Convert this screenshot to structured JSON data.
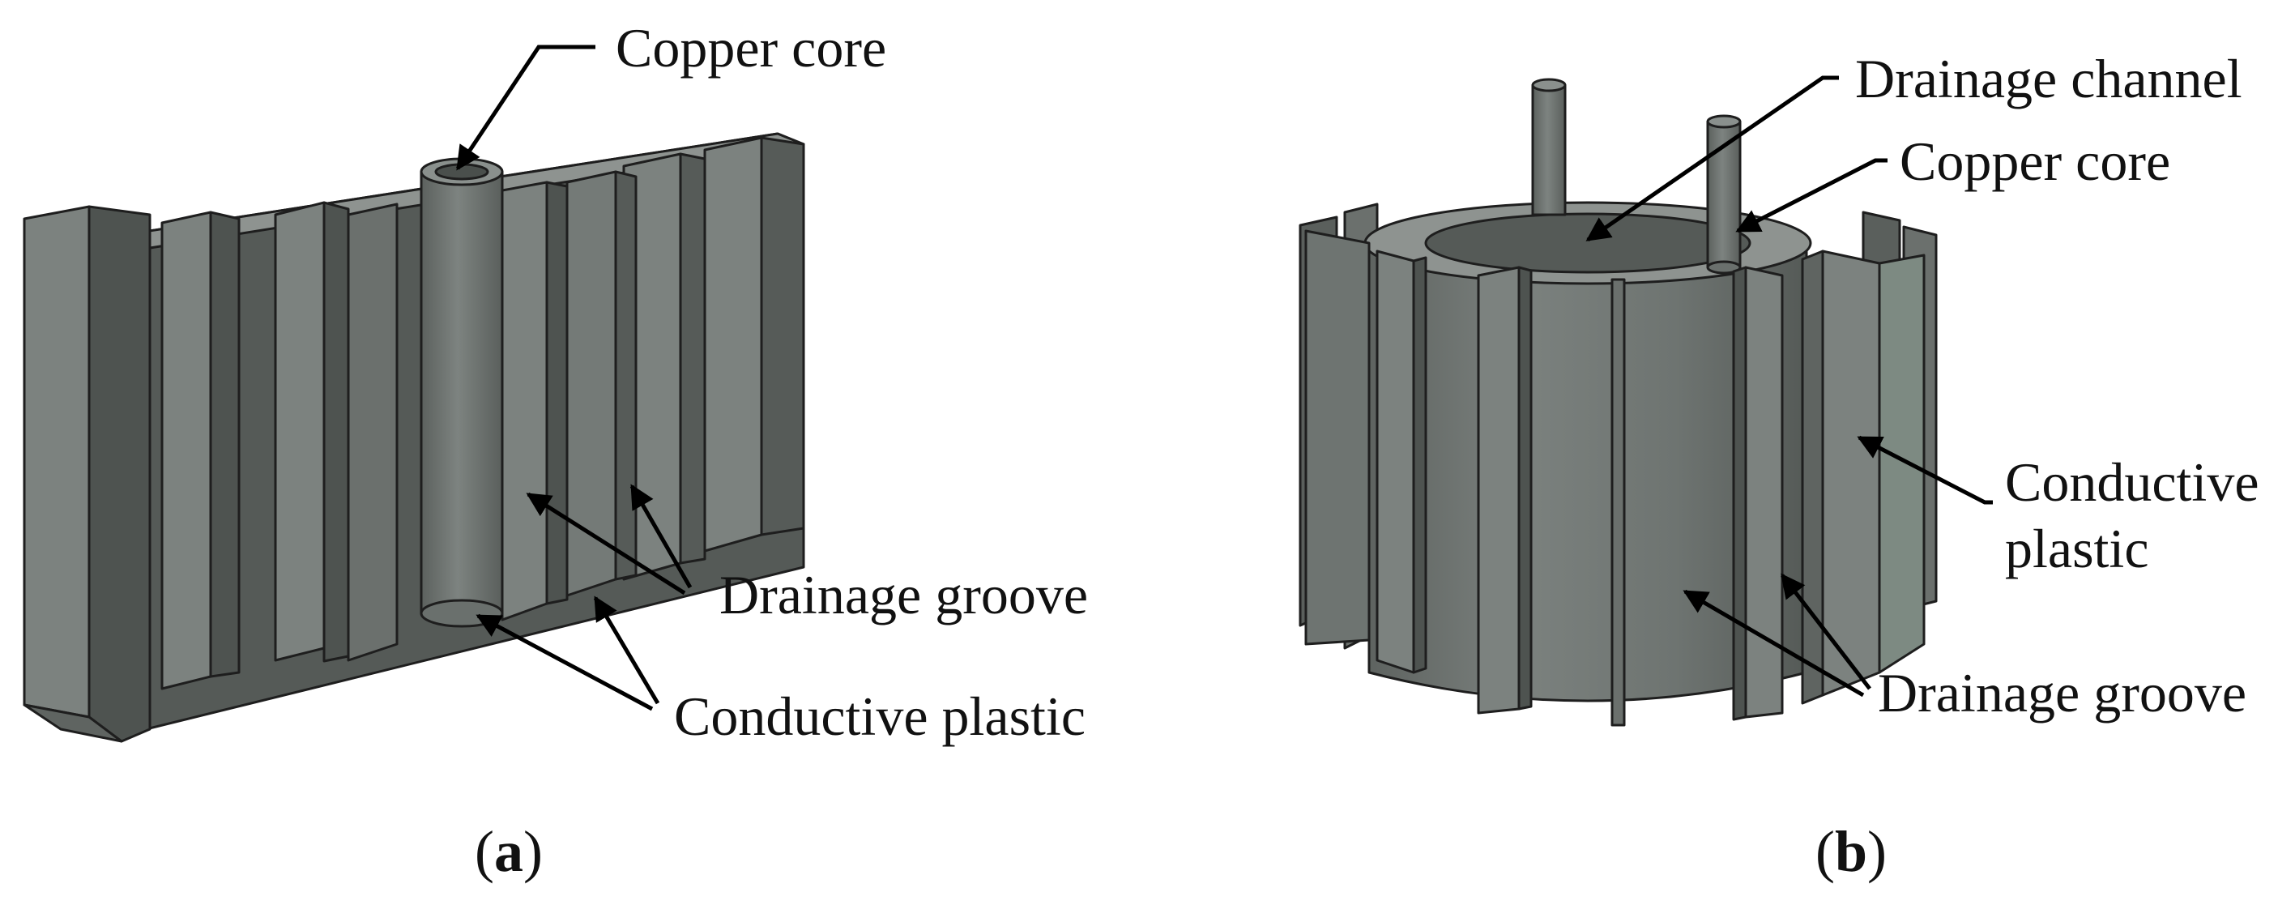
{
  "figure": {
    "panel_a": {
      "panel_label": "a",
      "labels": {
        "copper_core": "Copper core",
        "drainage_groove": "Drainage groove",
        "conductive_plastic": "Conductive plastic"
      }
    },
    "panel_b": {
      "panel_label": "b",
      "labels": {
        "drainage_channel": "Drainage channel",
        "copper_core": "Copper core",
        "conductive_plastic_line1": "Conductive",
        "conductive_plastic_line2": "plastic",
        "drainage_groove": "Drainage groove"
      }
    }
  },
  "colors": {
    "face_light": "#7c827f",
    "face_mid": "#6b706d",
    "face_dark": "#505553",
    "face_top": "#8e9390",
    "edge": "#1e1e1e",
    "text": "#111111"
  }
}
